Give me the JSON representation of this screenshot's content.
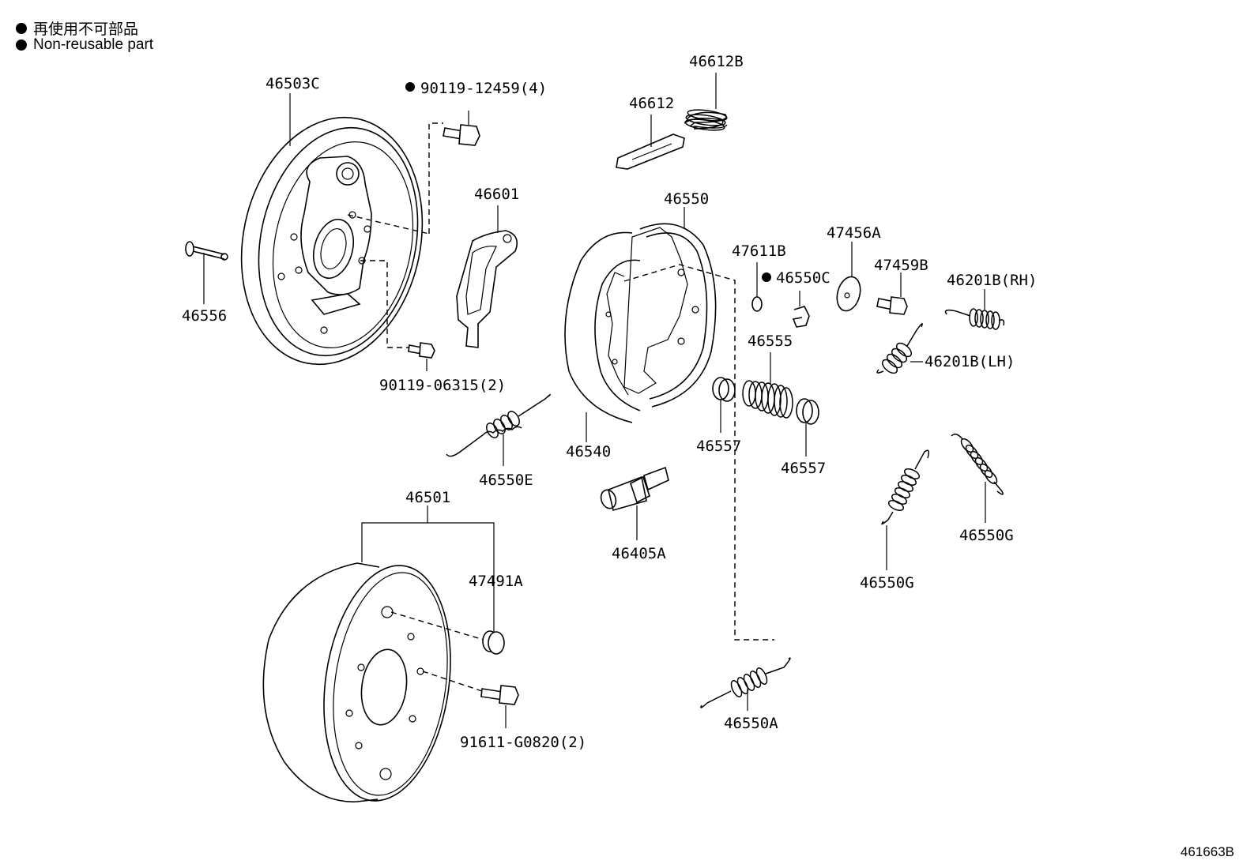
{
  "legend": [
    {
      "text": "再使用不可部品"
    },
    {
      "text": "Non-reusable part"
    }
  ],
  "diagram_code": "461663B",
  "parts": [
    {
      "id": "46503C",
      "label": "46503C",
      "nonreusable": false
    },
    {
      "id": "90119-12459",
      "label": "90119-12459(4)",
      "nonreusable": true
    },
    {
      "id": "46556",
      "label": "46556",
      "nonreusable": false
    },
    {
      "id": "90119-06315",
      "label": "90119-06315(2)",
      "nonreusable": false
    },
    {
      "id": "46601",
      "label": "46601",
      "nonreusable": false
    },
    {
      "id": "46612B",
      "label": "46612B",
      "nonreusable": false
    },
    {
      "id": "46612",
      "label": "46612",
      "nonreusable": false
    },
    {
      "id": "46550",
      "label": "46550",
      "nonreusable": false
    },
    {
      "id": "46540",
      "label": "46540",
      "nonreusable": false
    },
    {
      "id": "46550E",
      "label": "46550E",
      "nonreusable": false
    },
    {
      "id": "46405A",
      "label": "46405A",
      "nonreusable": false
    },
    {
      "id": "47611B",
      "label": "47611B",
      "nonreusable": false
    },
    {
      "id": "46550C",
      "label": "46550C",
      "nonreusable": true
    },
    {
      "id": "46555",
      "label": "46555",
      "nonreusable": false
    },
    {
      "id": "46557a",
      "label": "46557",
      "nonreusable": false
    },
    {
      "id": "46557b",
      "label": "46557",
      "nonreusable": false
    },
    {
      "id": "47456A",
      "label": "47456A",
      "nonreusable": false
    },
    {
      "id": "47459B",
      "label": "47459B",
      "nonreusable": false
    },
    {
      "id": "46201BRH",
      "label": "46201B(RH)",
      "nonreusable": false
    },
    {
      "id": "46201BLH",
      "label": "46201B(LH)",
      "nonreusable": false
    },
    {
      "id": "46550G1",
      "label": "46550G",
      "nonreusable": false
    },
    {
      "id": "46550G2",
      "label": "46550G",
      "nonreusable": false
    },
    {
      "id": "46501",
      "label": "46501",
      "nonreusable": false
    },
    {
      "id": "47491A",
      "label": "47491A",
      "nonreusable": false
    },
    {
      "id": "91611-G0820",
      "label": "91611-G0820(2)",
      "nonreusable": false
    },
    {
      "id": "46550A",
      "label": "46550A",
      "nonreusable": false
    }
  ]
}
